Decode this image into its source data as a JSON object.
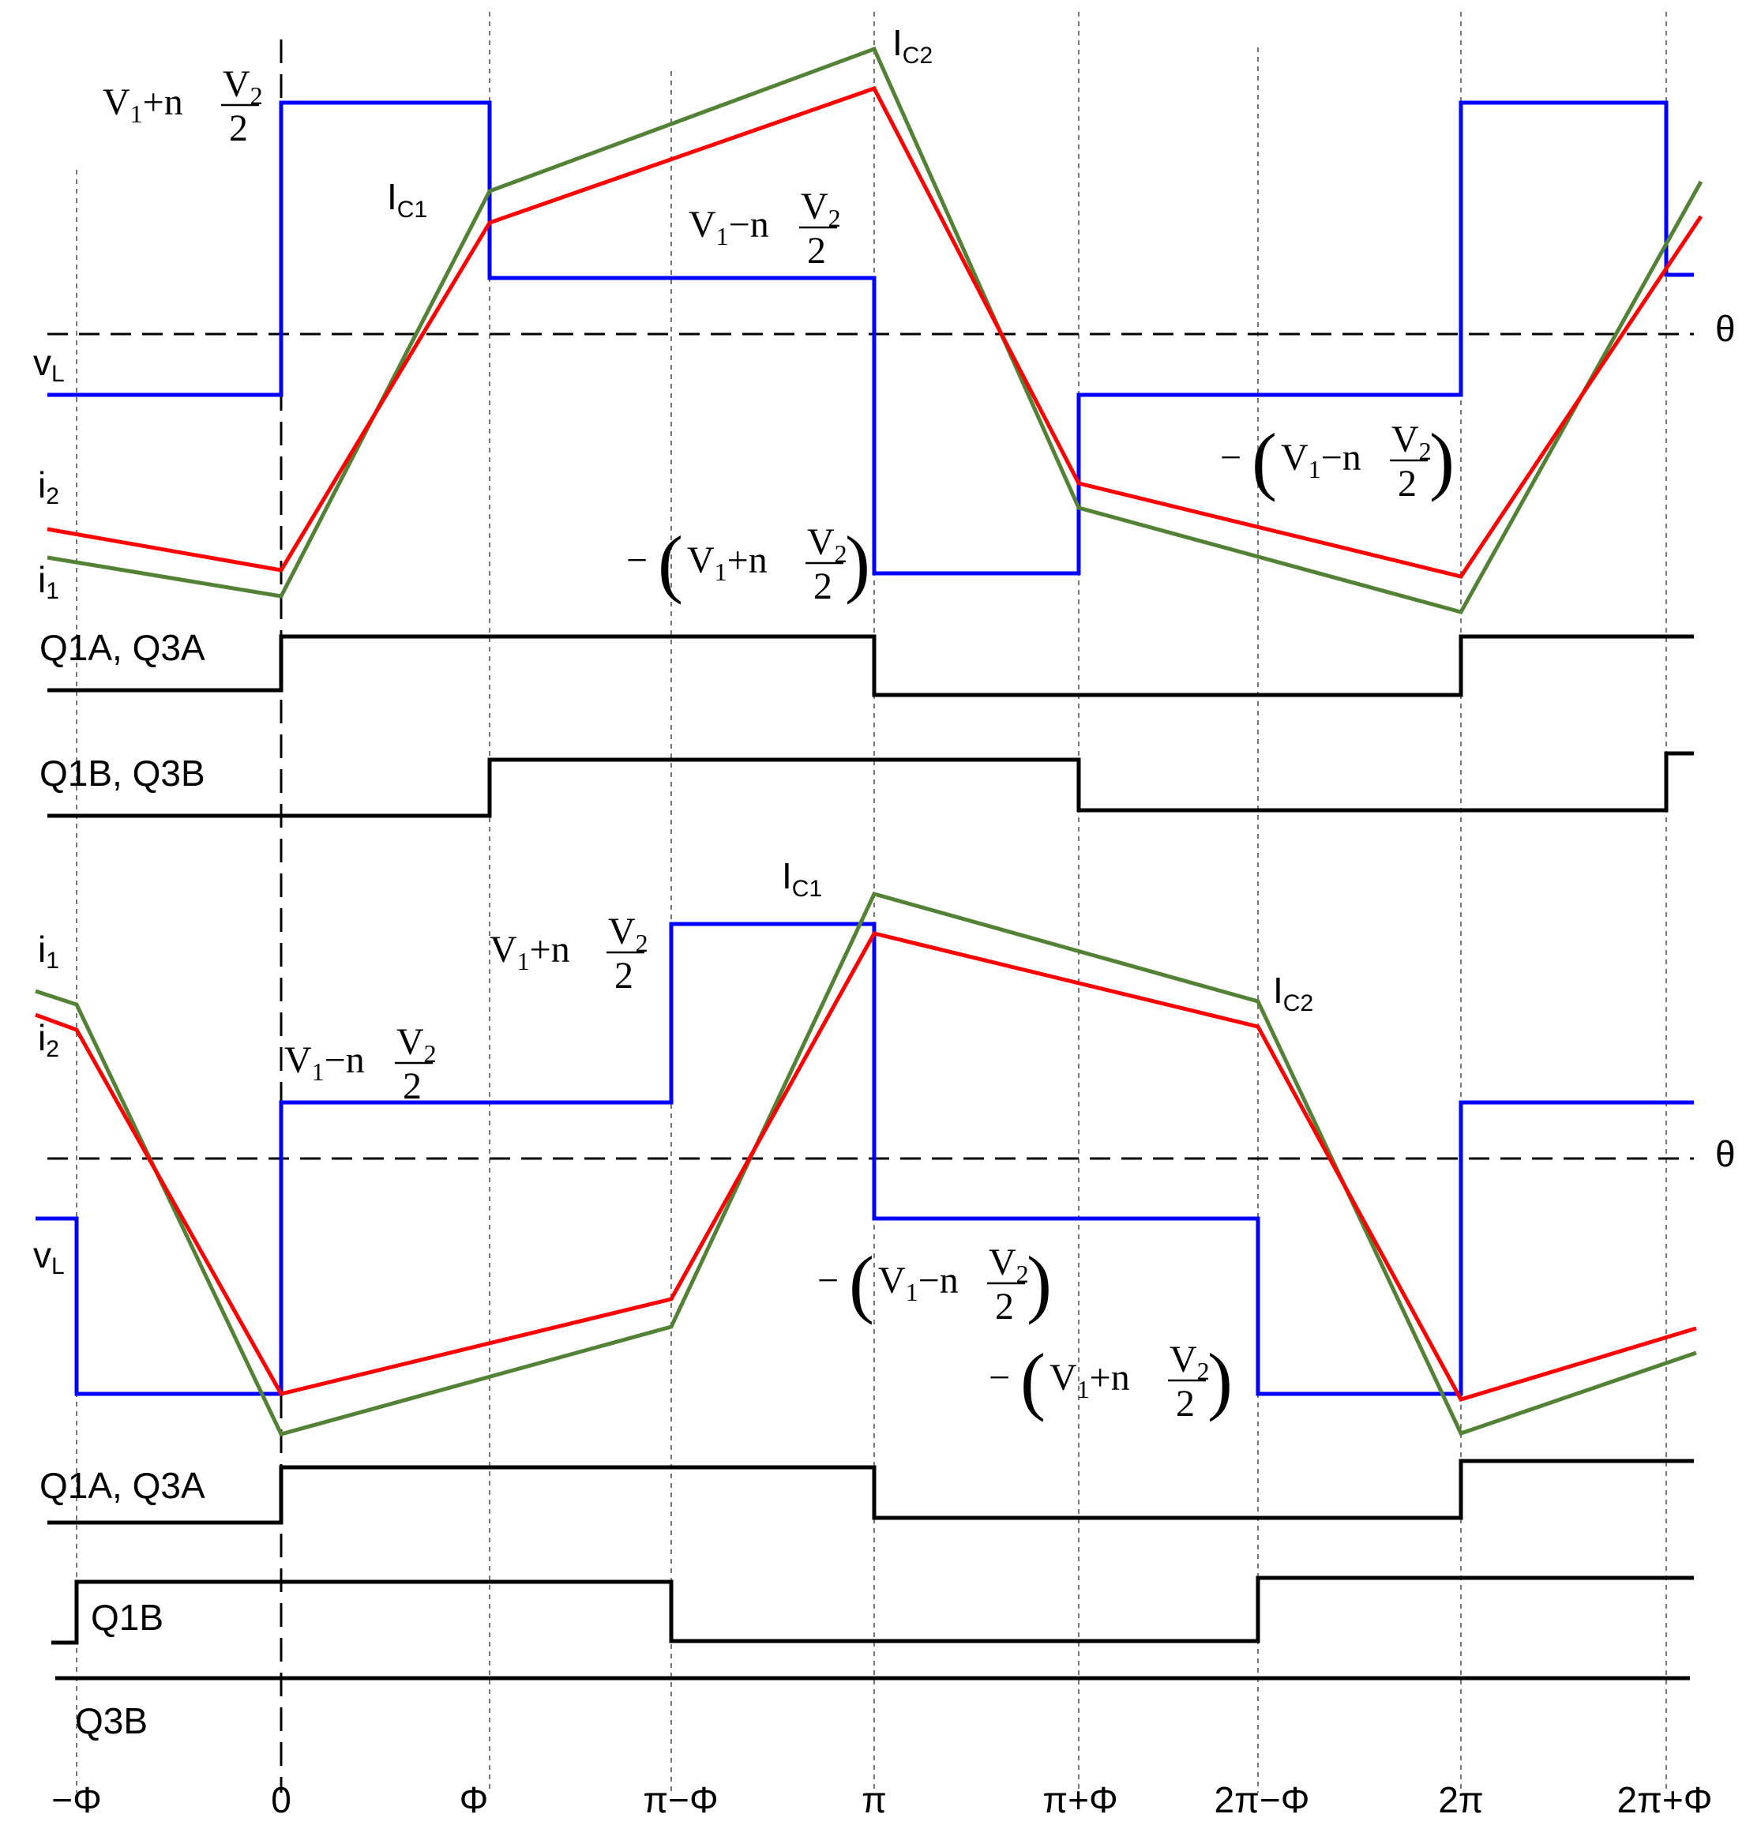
{
  "colors": {
    "vL": "#0000FF",
    "i2": "#FF0000",
    "i1": "#538135",
    "gate": "#000000"
  },
  "ticks": [
    "−Φ",
    "0",
    "Φ",
    "π−Φ",
    "π",
    "π+Φ",
    "2π−Φ",
    "2π",
    "2π+Φ"
  ],
  "top": {
    "theta": "θ",
    "vL_main": "v",
    "vL_sub": "L",
    "i2_main": "i",
    "i2_sub": "2",
    "i1_main": "i",
    "i1_sub": "1",
    "ic1_main": "I",
    "ic1_sub": "C1",
    "ic2_main": "I",
    "ic2_sub": "C2",
    "q1a": "Q1A, Q3A",
    "q1b": "Q1B, Q3B"
  },
  "bottom": {
    "theta": "θ",
    "vL_main": "v",
    "vL_sub": "L",
    "i1_main": "i",
    "i1_sub": "1",
    "i2_main": "i",
    "i2_sub": "2",
    "ic1_main": "I",
    "ic1_sub": "C1",
    "ic2_main": "I",
    "ic2_sub": "C2",
    "q1a": "Q1A, Q3A",
    "q1b": "Q1B",
    "q3b": "Q3B"
  },
  "math": {
    "v1": "V",
    "v1_sub": "1",
    "plus_n": "+n",
    "minus_n": "−n",
    "minus": "−",
    "v2": "V",
    "v2_sub": "2",
    "two": "2",
    "lparen": "(",
    "rparen": ")"
  }
}
